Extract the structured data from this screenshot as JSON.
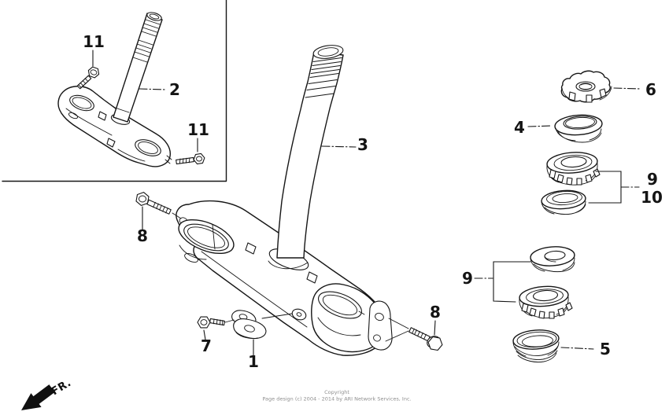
{
  "callouts": {
    "upper_bolt_left": "11",
    "upper_stem": "2",
    "upper_bolt_right": "11",
    "stem": "3",
    "stem_nut": "6",
    "top_dust_seal": "4",
    "top_bearing": "9",
    "top_race": "10",
    "lower_bearing_set": "9",
    "bottom_dust_seal": "5",
    "pinch_bolt_left": "8",
    "pinch_bolt_right": "8",
    "clamp_bolt": "7",
    "stem_clamp": "1"
  },
  "direction_indicator": "FR.",
  "footer": {
    "line1": "Copyright",
    "line2": "Page design (c) 2004 - 2014 by ARI Network Services, Inc."
  },
  "colors": {
    "ink": "#161616",
    "background": "#ffffff",
    "footer_text": "#8f8f8f"
  }
}
